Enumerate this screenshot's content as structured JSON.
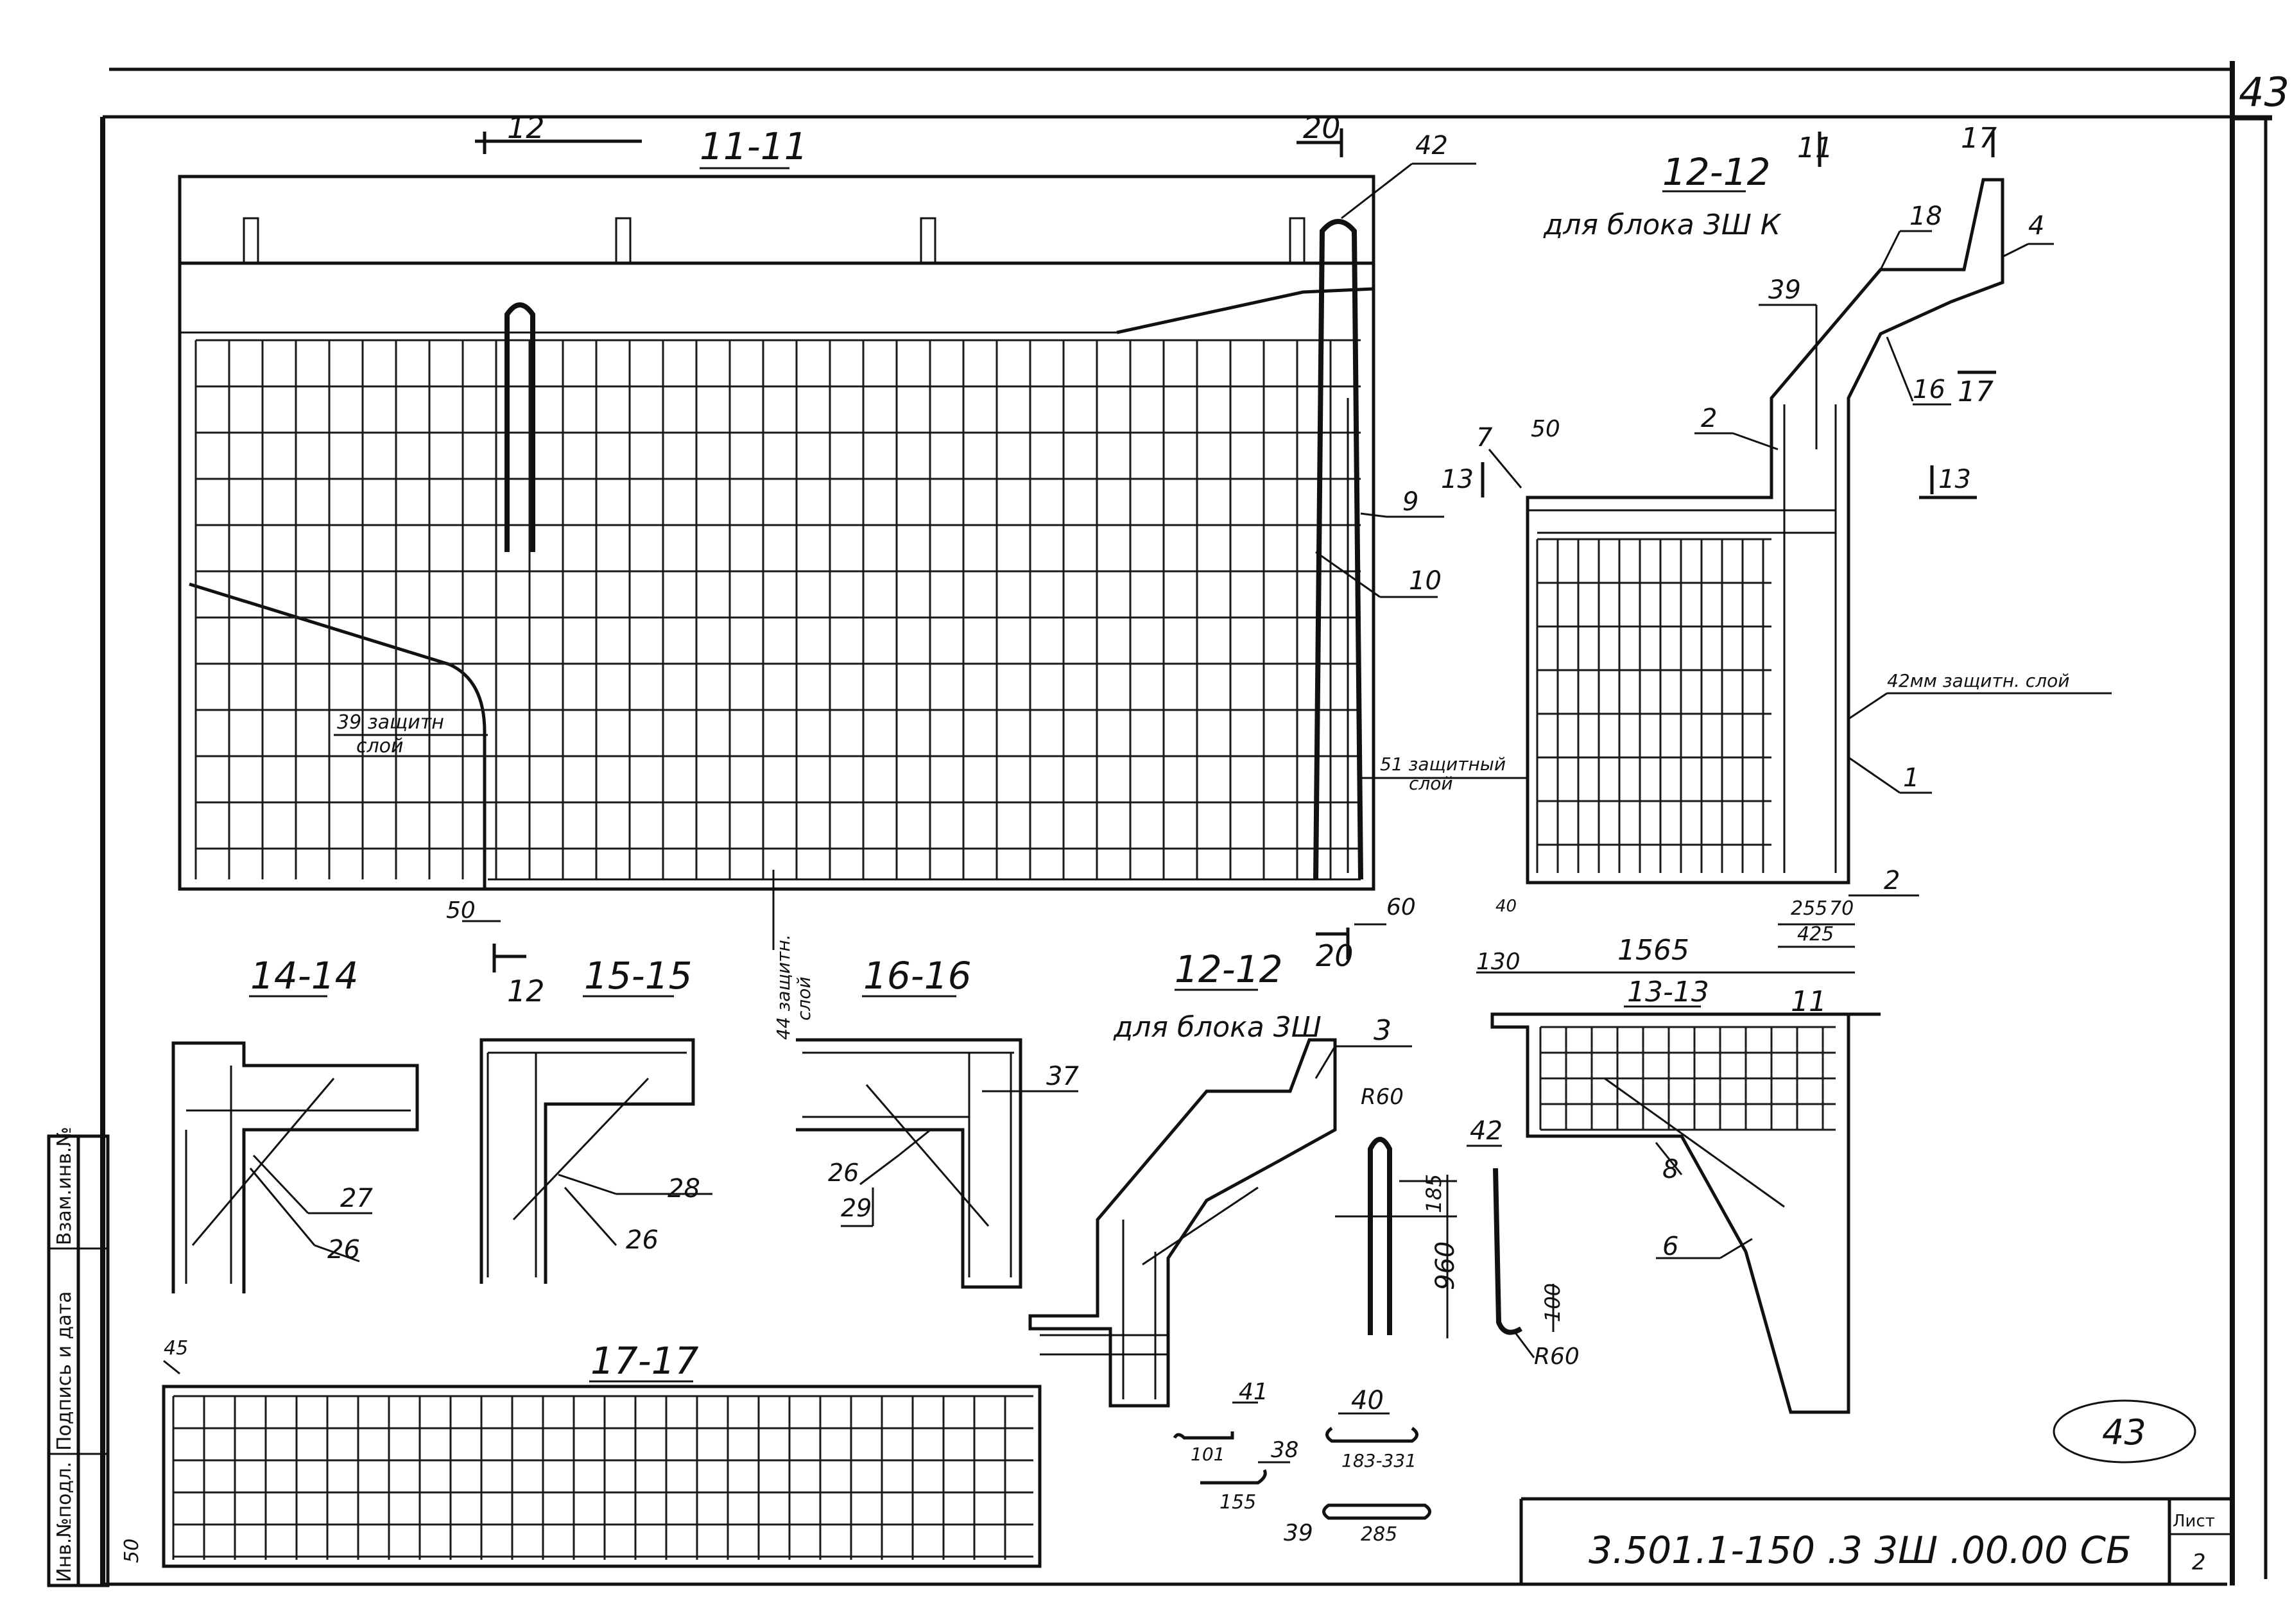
{
  "sheet": {
    "page_number_corner": "43",
    "stamp_number": "43",
    "document_code": "3.501.1-150 .3 3Ш .00.00 СБ",
    "sheet_label": "Лист",
    "sheet_no": "2"
  },
  "side_stamp": {
    "inv_no": "Инв.№подл.",
    "signature_date": "Подпись и дата",
    "replace_inv": "Взам.инв.№"
  },
  "views": {
    "s11": {
      "title": "11-11",
      "cut_left": "12",
      "cut_right": "20",
      "cut_left_bottom": "12",
      "cut_right_bottom": "20",
      "cover_left": "39 защитн слой",
      "cover_left_a": "39 защитн",
      "cover_left_b": "слой",
      "cover_right_a": "51 защитный",
      "cover_right_b": "слой",
      "cover_bottom_a": "44 защитн.",
      "cover_bottom_b": "слой",
      "dim_50": "50",
      "dim_60": "60",
      "pos_42": "42",
      "pos_9": "9",
      "pos_10": "10"
    },
    "s12": {
      "title": "12-12",
      "subtitle": "для блока 3Ш К",
      "cut_11": "11",
      "cut_17": "17",
      "cut_17b": "17",
      "cut_13a": "13",
      "cut_13b": "13",
      "pos_18": "18",
      "pos_4": "4",
      "pos_39": "39",
      "pos_16": "16",
      "pos_2a": "2",
      "pos_2b": "2",
      "pos_7": "7",
      "dim_50": "50",
      "cover_right": "42мм защитн. слой",
      "pos_1": "1",
      "dim_40": "40",
      "dim_255": "255",
      "dim_70": "70",
      "dim_425": "425",
      "dim_130": "130",
      "dim_1565": "1565"
    },
    "s13": {
      "title": "13-13",
      "cut_11": "11",
      "pos_8": "8",
      "pos_6": "6"
    },
    "s14": {
      "title": "14-14",
      "pos_27": "27",
      "pos_26": "26"
    },
    "s15": {
      "title": "15-15",
      "pos_28": "28",
      "pos_26": "26"
    },
    "s16": {
      "title": "16-16",
      "pos_37": "37",
      "pos_26": "26",
      "pos_29": "29"
    },
    "s12b": {
      "title": "12-12",
      "subtitle": "для блока 3Ш",
      "pos_3": "3"
    },
    "s17": {
      "title": "17-17",
      "dim_45": "45",
      "dim_50": "50"
    },
    "details": {
      "d_r60a": "R60",
      "d_185": "185",
      "d_960": "960",
      "d_42": "42",
      "d_100": "100",
      "d_r60b": "R60",
      "d_41": "41",
      "d_101": "101",
      "d_40": "40",
      "d_183": "183-331",
      "d_38": "38",
      "d_155": "155",
      "d_39": "39",
      "d_285": "285"
    }
  }
}
